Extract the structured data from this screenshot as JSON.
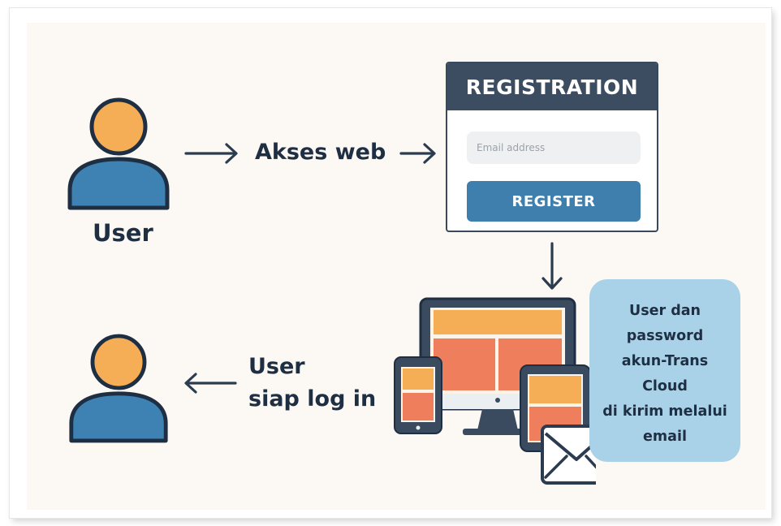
{
  "user_top": {
    "label": "User"
  },
  "step_access": {
    "label": "Akses web"
  },
  "registration": {
    "title": "REGISTRATION",
    "email_placeholder": "Email address",
    "button_label": "REGISTER"
  },
  "notice": {
    "lines": [
      "User dan",
      "password",
      "akun-Trans",
      "Cloud",
      "di kirim melalui",
      "email"
    ]
  },
  "user_ready": {
    "lines": [
      "User",
      "siap log in"
    ]
  },
  "icons": {
    "user": "user-icon",
    "devices": "devices-icon",
    "envelope": "envelope-icon",
    "arrow": "arrow-icon"
  },
  "colors": {
    "background": "#fcf8f3",
    "navy": "#1f2f43",
    "skin": "#f5ae55",
    "body_blue": "#3d82b3",
    "button_blue": "#3f7fae",
    "bubble_blue": "#a9d2e8",
    "orange": "#f5ae55",
    "coral": "#ef7f5c"
  }
}
